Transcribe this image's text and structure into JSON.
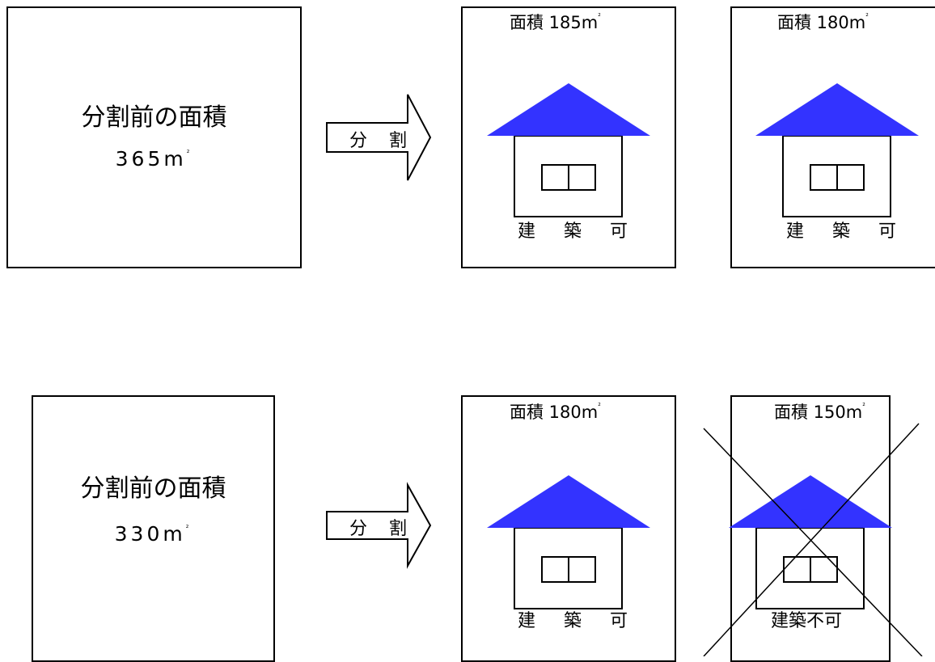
{
  "scenario_ok": {
    "before": {
      "title": "分割前の面積",
      "value": "365m",
      "unit_sup": "²"
    },
    "arrow_label": "分 割",
    "lot1": {
      "label": "面積  185m",
      "unit_sup": "²",
      "status": "建 築 可"
    },
    "lot2": {
      "label": "面積  180m",
      "unit_sup": "²",
      "status": "建 築 可"
    }
  },
  "scenario_ng": {
    "before": {
      "title": "分割前の面積",
      "value": "330m",
      "unit_sup": "²"
    },
    "arrow_label": "分 割",
    "lot1": {
      "label": "面積  180m",
      "unit_sup": "²",
      "status": "建 築 可"
    },
    "lot2": {
      "label": "面積  150m",
      "unit_sup": "²",
      "status": "建築不可"
    }
  },
  "colors": {
    "roof": "#3333ff",
    "line": "#000000",
    "background": "#ffffff"
  },
  "icons": [
    "house-icon",
    "arrow-icon",
    "cross-icon"
  ]
}
